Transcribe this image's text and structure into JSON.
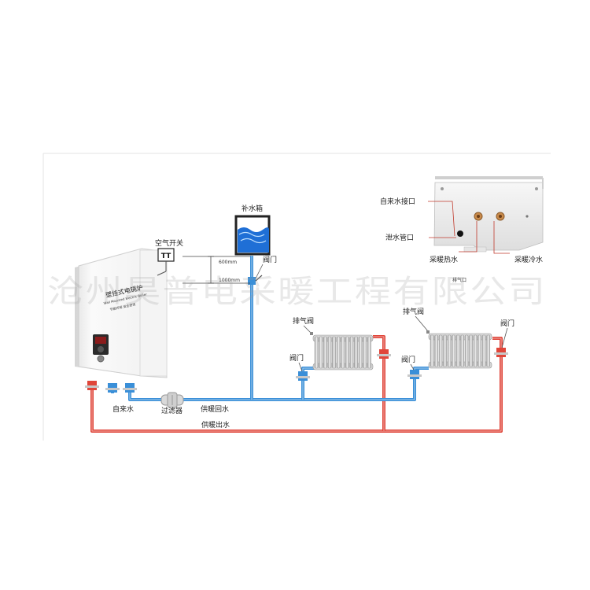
{
  "labels": {
    "air_switch": "空气开关",
    "makeup_tank": "补水箱",
    "dim_600": "600mm",
    "dim_1000": "1000mm",
    "valve_top": "阀门",
    "exhaust_valve_1": "排气阀",
    "exhaust_valve_2": "排气阀",
    "valve_rad1": "阀门",
    "valve_rad2": "阀门",
    "valve_right": "阀门",
    "tap_water": "自来水",
    "filter": "过滤器",
    "return_water": "供暖回水",
    "supply_water": "供暖出水"
  },
  "boiler": {
    "title": "壁挂式电锅炉",
    "subtitle": "Wall Mounted Electric Boiler",
    "tagline": "节能环保 安全舒适",
    "switch_glyph": "TT"
  },
  "inset": {
    "tap_inlet": "自来水接口",
    "drain_outlet": "泄水管口",
    "heating_hot": "采暖热水",
    "heating_cold": "采暖冷水",
    "exhaust_port": "排气口"
  },
  "watermark": "沧州昊普电采暖工程有限公司",
  "colors": {
    "hot_pipe": "#e0463a",
    "cold_pipe": "#3a8fd8",
    "pipe_highlight": "#ffffff",
    "water": "#1f6fd6",
    "boiler_body": "#f6f6f6"
  }
}
